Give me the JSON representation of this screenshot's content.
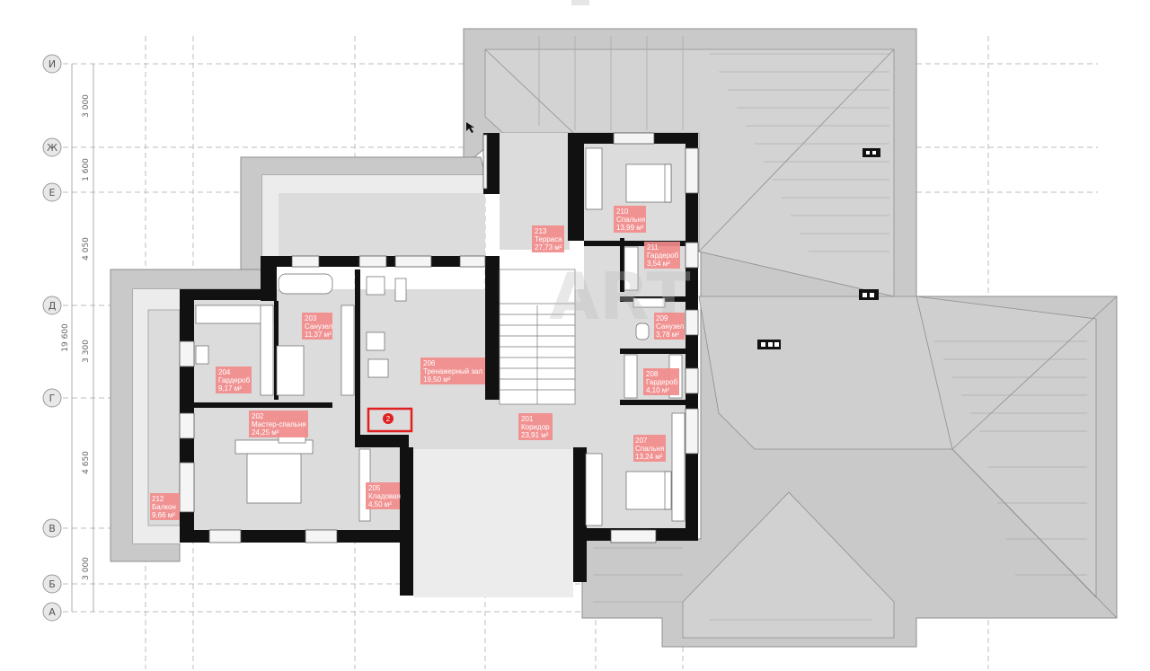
{
  "axes": [
    {
      "name": "И"
    },
    {
      "name": "Ж"
    },
    {
      "name": "Е"
    },
    {
      "name": "Д"
    },
    {
      "name": "Г"
    },
    {
      "name": "В"
    },
    {
      "name": "Б"
    },
    {
      "name": "А"
    }
  ],
  "dimensions": [
    "3 000",
    "1 600",
    "4 050",
    "3 300",
    "4 650",
    "3 000"
  ],
  "overall_dimension": "19 600",
  "rooms": [
    {
      "num": "213",
      "name": "Терраса",
      "area": "27,73 м²"
    },
    {
      "num": "210",
      "name": "Спальня",
      "area": "13,99 м²"
    },
    {
      "num": "211",
      "name": "Гардероб",
      "area": "3,54 м²"
    },
    {
      "num": "203",
      "name": "Санузел",
      "area": "11,37 м²"
    },
    {
      "num": "209",
      "name": "Санузел",
      "area": "3,78 м²"
    },
    {
      "num": "204",
      "name": "Гардероб",
      "area": "9,17 м²"
    },
    {
      "num": "206",
      "name": "Тренажерный зал",
      "area": "19,50 м²"
    },
    {
      "num": "208",
      "name": "Гардероб",
      "area": "4,10 м²"
    },
    {
      "num": "202",
      "name": "Мастер-спальня",
      "area": "24,25 м²"
    },
    {
      "num": "201",
      "name": "Коридор",
      "area": "23,91 м²"
    },
    {
      "num": "207",
      "name": "Спальня",
      "area": "13,24 м²"
    },
    {
      "num": "205",
      "name": "Кладовая",
      "area": "4,50 м²"
    },
    {
      "num": "212",
      "name": "Балкон",
      "area": "9,66 м²"
    }
  ],
  "marker": {
    "label": "2",
    "color": "#e02020"
  },
  "watermark": "ART",
  "colors": {
    "label": "#f28b8b",
    "roof": "#c9c9c9",
    "wall": "#111111",
    "marker": "#e02020"
  }
}
